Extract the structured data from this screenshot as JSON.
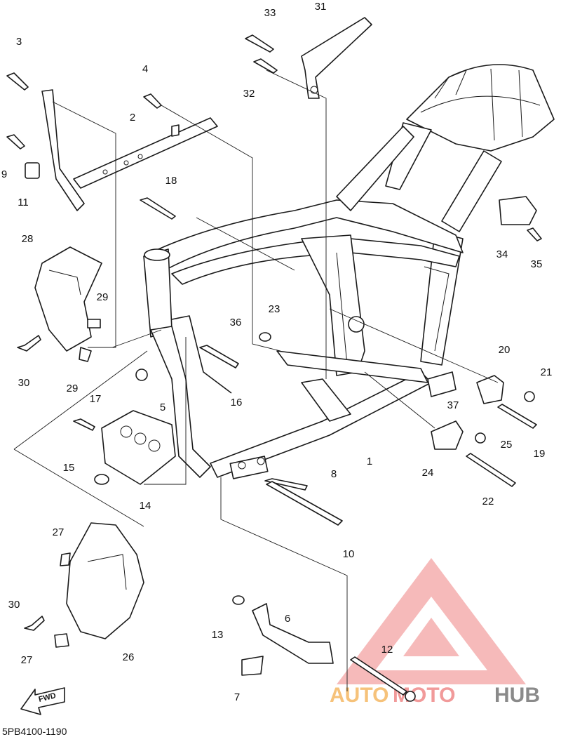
{
  "diagram": {
    "part_code": "5PB4100-1190",
    "direction_label": "FWD",
    "watermark": {
      "brand_part1": "AUTO",
      "brand_part2": "MOTO",
      "brand_part3": "HUB",
      "color_primary": "#f19a9a",
      "color_secondary": "#f6c27a",
      "color_dark": "#8a8a8a"
    },
    "callouts": [
      {
        "id": "c1",
        "label": "1"
      },
      {
        "id": "c2",
        "label": "2"
      },
      {
        "id": "c3",
        "label": "3"
      },
      {
        "id": "c4",
        "label": "4"
      },
      {
        "id": "c5",
        "label": "5"
      },
      {
        "id": "c6",
        "label": "6"
      },
      {
        "id": "c7",
        "label": "7"
      },
      {
        "id": "c8",
        "label": "8"
      },
      {
        "id": "c9",
        "label": "9"
      },
      {
        "id": "c10",
        "label": "10"
      },
      {
        "id": "c11",
        "label": "11"
      },
      {
        "id": "c12",
        "label": "12"
      },
      {
        "id": "c13",
        "label": "13"
      },
      {
        "id": "c14",
        "label": "14"
      },
      {
        "id": "c15",
        "label": "15"
      },
      {
        "id": "c16",
        "label": "16"
      },
      {
        "id": "c17",
        "label": "17"
      },
      {
        "id": "c18",
        "label": "18"
      },
      {
        "id": "c19",
        "label": "19"
      },
      {
        "id": "c20",
        "label": "20"
      },
      {
        "id": "c21",
        "label": "21"
      },
      {
        "id": "c22",
        "label": "22"
      },
      {
        "id": "c23",
        "label": "23"
      },
      {
        "id": "c24",
        "label": "24"
      },
      {
        "id": "c25",
        "label": "25"
      },
      {
        "id": "c26",
        "label": "26"
      },
      {
        "id": "c27a",
        "label": "27"
      },
      {
        "id": "c27b",
        "label": "27"
      },
      {
        "id": "c28",
        "label": "28"
      },
      {
        "id": "c29a",
        "label": "29"
      },
      {
        "id": "c29b",
        "label": "29"
      },
      {
        "id": "c30a",
        "label": "30"
      },
      {
        "id": "c30b",
        "label": "30"
      },
      {
        "id": "c31",
        "label": "31"
      },
      {
        "id": "c32",
        "label": "32"
      },
      {
        "id": "c33",
        "label": "33"
      },
      {
        "id": "c34",
        "label": "34"
      },
      {
        "id": "c35",
        "label": "35"
      },
      {
        "id": "c36",
        "label": "36"
      },
      {
        "id": "c37",
        "label": "37"
      }
    ]
  }
}
